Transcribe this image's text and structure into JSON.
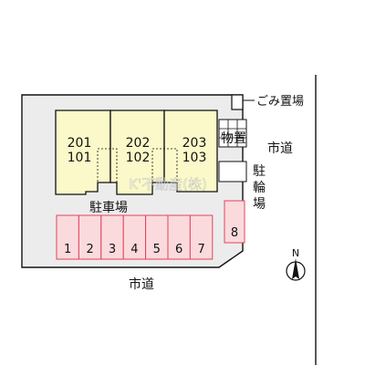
{
  "units": [
    {
      "upper": "201",
      "lower": "101"
    },
    {
      "upper": "202",
      "lower": "102"
    },
    {
      "upper": "203",
      "lower": "103"
    }
  ],
  "labels": {
    "garbage": "ごみ置場",
    "storage": "物置",
    "city_road_east": "市道",
    "bicycle": [
      "駐",
      "輪",
      "場"
    ],
    "parking": "駐車場",
    "city_road_south": "市道",
    "north": "N"
  },
  "parking_spaces": [
    "1",
    "2",
    "3",
    "4",
    "5",
    "6",
    "7",
    "8"
  ],
  "watermark": "K'不動産(株)",
  "colors": {
    "building": "#fbf9c9",
    "parking": "#fbdadd",
    "parking_border": "#e0445c",
    "lot": "#ececec",
    "road": "#ffffff"
  }
}
